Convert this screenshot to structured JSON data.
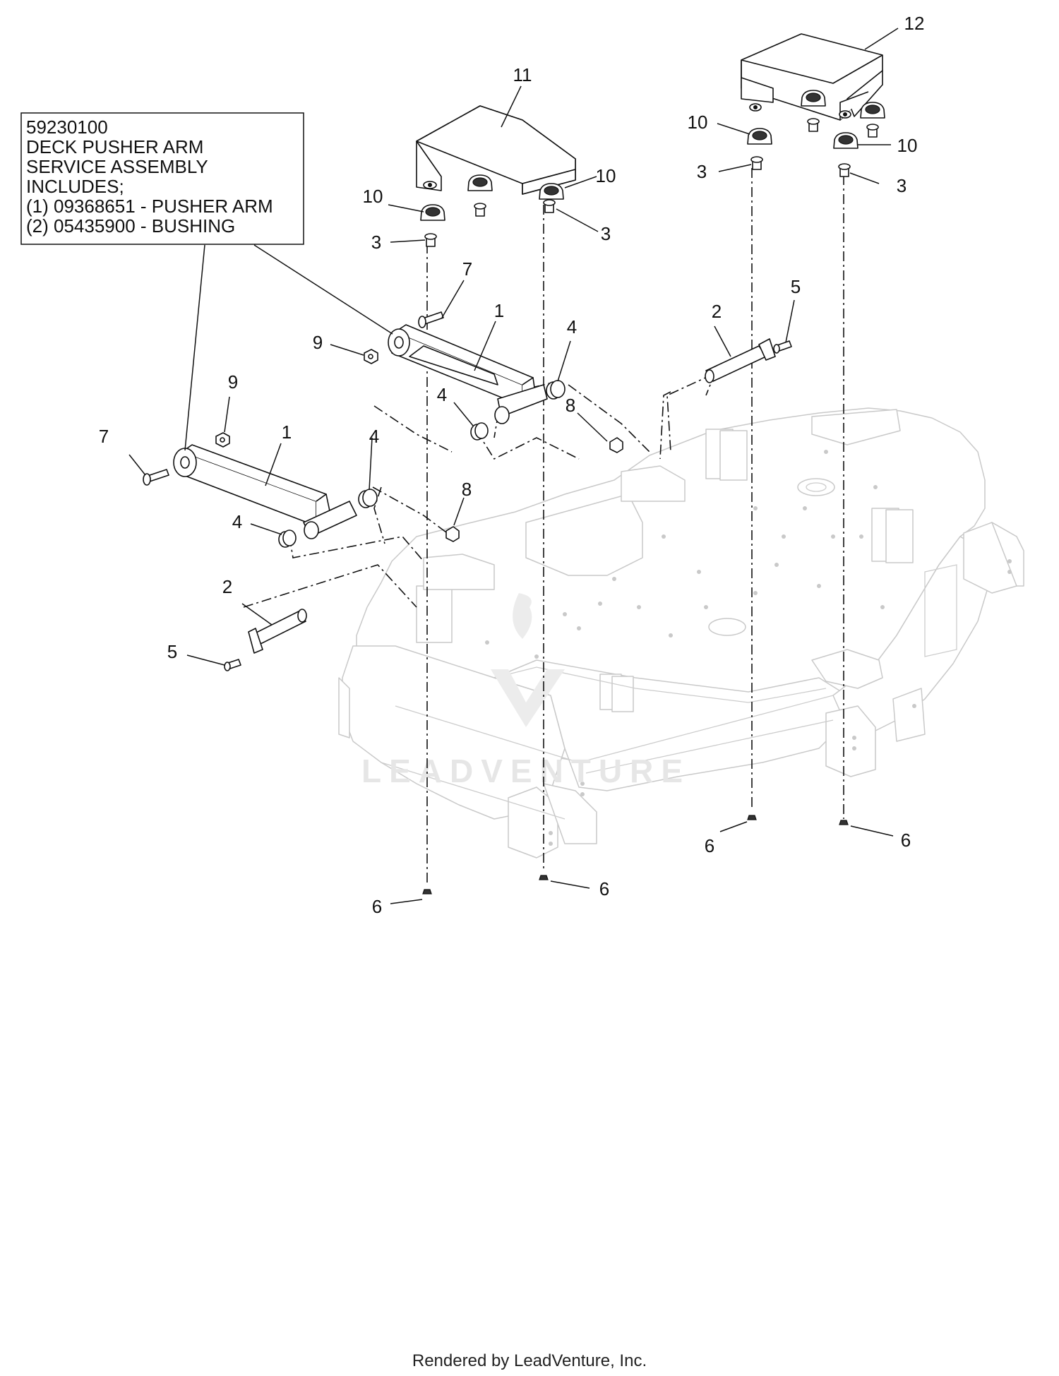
{
  "assembly_box": {
    "lines": [
      "59230100",
      "DECK PUSHER ARM",
      "SERVICE ASSEMBLY",
      "INCLUDES;",
      "(1) 09368651 - PUSHER ARM",
      "(2) 05435900 - BUSHING"
    ]
  },
  "callouts": [
    {
      "label": "12"
    },
    {
      "label": "11"
    },
    {
      "label": "10"
    },
    {
      "label": "10"
    },
    {
      "label": "10"
    },
    {
      "label": "10"
    },
    {
      "label": "3"
    },
    {
      "label": "3"
    },
    {
      "label": "3"
    },
    {
      "label": "3"
    },
    {
      "label": "7"
    },
    {
      "label": "7"
    },
    {
      "label": "1"
    },
    {
      "label": "1"
    },
    {
      "label": "9"
    },
    {
      "label": "9"
    },
    {
      "label": "2"
    },
    {
      "label": "2"
    },
    {
      "label": "5"
    },
    {
      "label": "5"
    },
    {
      "label": "4"
    },
    {
      "label": "4"
    },
    {
      "label": "4"
    },
    {
      "label": "4"
    },
    {
      "label": "8"
    },
    {
      "label": "8"
    },
    {
      "label": "6"
    },
    {
      "label": "6"
    },
    {
      "label": "6"
    },
    {
      "label": "6"
    }
  ],
  "watermark": "LEADVENTURE",
  "footer": "Rendered by LeadVenture, Inc."
}
